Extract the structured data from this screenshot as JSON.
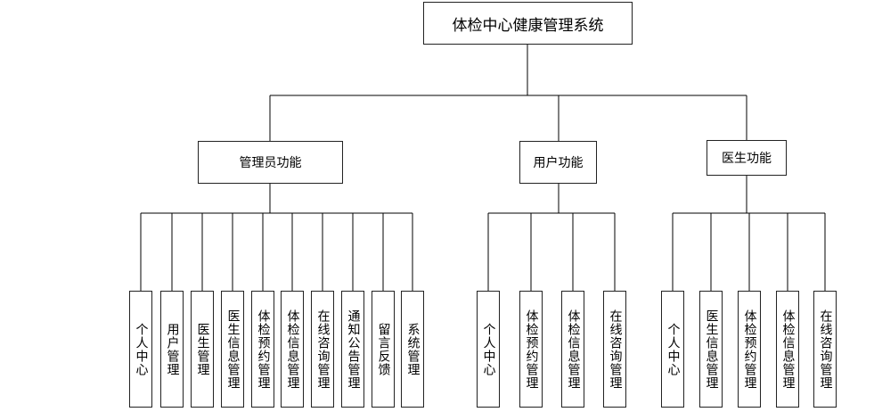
{
  "diagram": {
    "root": "体检中心健康管理系统",
    "groups": [
      {
        "label": "管理员功能",
        "children": [
          "个人中心",
          "用户管理",
          "医生管理",
          "医生信息管理",
          "体检预约管理",
          "体检信息管理",
          "在线咨询管理",
          "通知公告管理",
          "留言反馈",
          "系统管理"
        ]
      },
      {
        "label": "用户功能",
        "children": [
          "个人中心",
          "体检预约管理",
          "体检信息管理",
          "在线咨询管理"
        ]
      },
      {
        "label": "医生功能",
        "children": [
          "个人中心",
          "医生信息管理",
          "体检预约管理",
          "体检信息管理",
          "在线咨询管理"
        ]
      }
    ]
  }
}
